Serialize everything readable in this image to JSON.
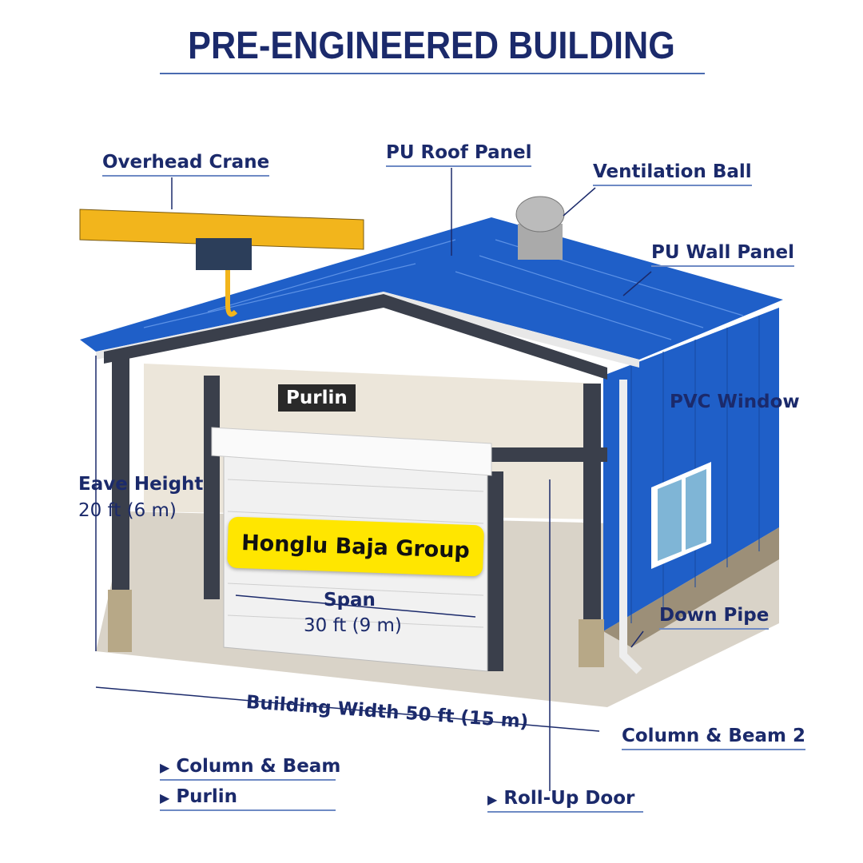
{
  "title": "PRE-ENGINEERED BUILDING",
  "labels": {
    "overhead_crane": "Overhead Crane",
    "pu_roof_panel": "PU Roof Panel",
    "ventilation_ball": "Ventilation Ball",
    "pu_wall_panel": "PU Wall Panel",
    "purlin_tag": "Purlin",
    "pvc_window": "PVC Window",
    "eave_height": "Eave Height",
    "eave_height_value": "20 ft (6 m)",
    "brand": "Honglu Baja Group",
    "span": "Span",
    "span_value": "30 ft (9 m)",
    "down_pipe": "Down Pipe",
    "building_width": "Building Width 50 ft (15 m)",
    "column_beam_2": "Column & Beam 2"
  },
  "legend": [
    {
      "icon": "triangle-right-icon",
      "glyph": "▶",
      "label": "Column & Beam"
    },
    {
      "icon": "triangle-right-icon",
      "glyph": "▶",
      "label": "Purlin"
    },
    {
      "icon": "triangle-right-icon",
      "glyph": "▶",
      "label": "Roll-Up Door"
    }
  ],
  "colors": {
    "navy": "#1b2a6b",
    "roof_blue": "#1f5fc8",
    "crane_yellow": "#f2b51c",
    "brand_yellow": "#ffe600"
  }
}
